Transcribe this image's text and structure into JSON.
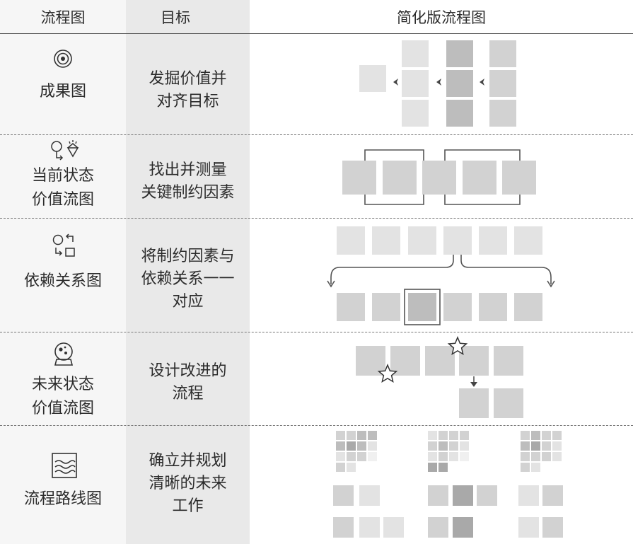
{
  "header": {
    "col1": "流程图",
    "col2": "目标",
    "col3": "简化版流程图"
  },
  "rows": [
    {
      "name_lines": [
        "成果图"
      ],
      "goal_lines": [
        "发掘价值并",
        "对齐目标"
      ],
      "icon": "target-icon"
    },
    {
      "name_lines": [
        "当前状态",
        "价值流图"
      ],
      "goal_lines": [
        "找出并测量",
        "关键制约因素"
      ],
      "icon": "current-state-icon"
    },
    {
      "name_lines": [
        "依赖关系图"
      ],
      "goal_lines": [
        "将制约因素与",
        "依赖关系一一",
        "对应"
      ],
      "icon": "dependency-icon"
    },
    {
      "name_lines": [
        "未来状态",
        "价值流图"
      ],
      "goal_lines": [
        "设计改进的",
        "流程"
      ],
      "icon": "crystal-ball-icon"
    },
    {
      "name_lines": [
        "流程路线图"
      ],
      "goal_lines": [
        "确立并规划",
        "清晰的未来",
        "工作"
      ],
      "icon": "roadmap-icon"
    }
  ],
  "colors": {
    "light": "#e3e3e3",
    "mid": "#d2d2d2",
    "dark": "#bdbdbd",
    "darker": "#a9a9a9",
    "line": "#555555"
  }
}
